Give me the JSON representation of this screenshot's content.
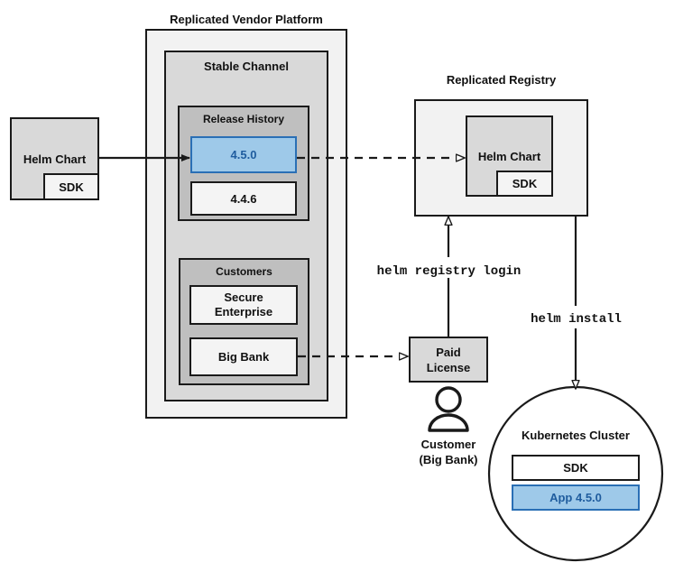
{
  "diagram": {
    "title_platform": "Replicated Vendor Platform",
    "title_registry": "Replicated Registry",
    "platform": {
      "channel_label": "Stable Channel",
      "release_history": {
        "label": "Release History",
        "versions": [
          {
            "name": "4.5.0",
            "highlighted": true
          },
          {
            "name": "4.4.6",
            "highlighted": false
          }
        ]
      },
      "customers": {
        "label": "Customers",
        "entries": [
          {
            "name": "Secure\nEnterprise"
          },
          {
            "name": "Big Bank"
          }
        ]
      }
    },
    "source_chart": {
      "label": "Helm Chart",
      "sdk_label": "SDK"
    },
    "registry_chart": {
      "label": "Helm Chart",
      "sdk_label": "SDK"
    },
    "license": {
      "label": "Paid\nLicense"
    },
    "customer_actor": {
      "line1": "Customer",
      "line2": "(Big Bank)"
    },
    "cluster": {
      "label": "Kubernetes Cluster",
      "items": [
        {
          "name": "SDK",
          "highlighted": false
        },
        {
          "name": "App 4.5.0",
          "highlighted": true
        }
      ]
    },
    "commands": {
      "registry_login": "helm registry login",
      "install": "helm install"
    },
    "colors": {
      "accent_fill": "#9ec9e9",
      "accent_border": "#2a6fb5",
      "accent_text": "#1f5c9e",
      "shade_outer": "#f2f2f2",
      "shade_mid": "#d9d9d9",
      "shade_inner": "#bfbfbf",
      "shade_light": "#f4f4f4",
      "stroke": "#1a1a1a"
    }
  }
}
